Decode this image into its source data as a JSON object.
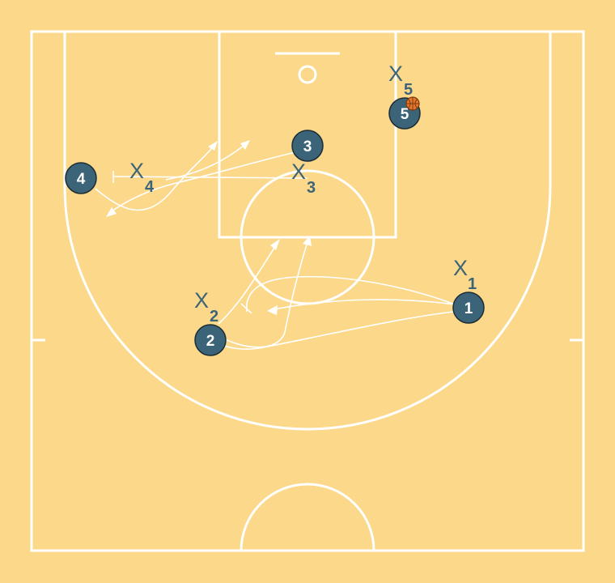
{
  "colors": {
    "court": "#fbd88a",
    "lines": "#ffffff",
    "player": "#3c6478",
    "ball": "#e8772e"
  },
  "offense": [
    {
      "id": "o1",
      "label": "1"
    },
    {
      "id": "o2",
      "label": "2"
    },
    {
      "id": "o3",
      "label": "3"
    },
    {
      "id": "o4",
      "label": "4"
    },
    {
      "id": "o5",
      "label": "5"
    }
  ],
  "defense": [
    {
      "id": "x1",
      "mark": "X",
      "label": "1"
    },
    {
      "id": "x2",
      "mark": "X",
      "label": "2"
    },
    {
      "id": "x3",
      "mark": "X",
      "label": "3"
    },
    {
      "id": "x4",
      "mark": "X",
      "label": "4"
    },
    {
      "id": "x5",
      "mark": "X",
      "label": "5"
    }
  ],
  "ball": {
    "holder": "5",
    "icon": "basketball-icon"
  }
}
